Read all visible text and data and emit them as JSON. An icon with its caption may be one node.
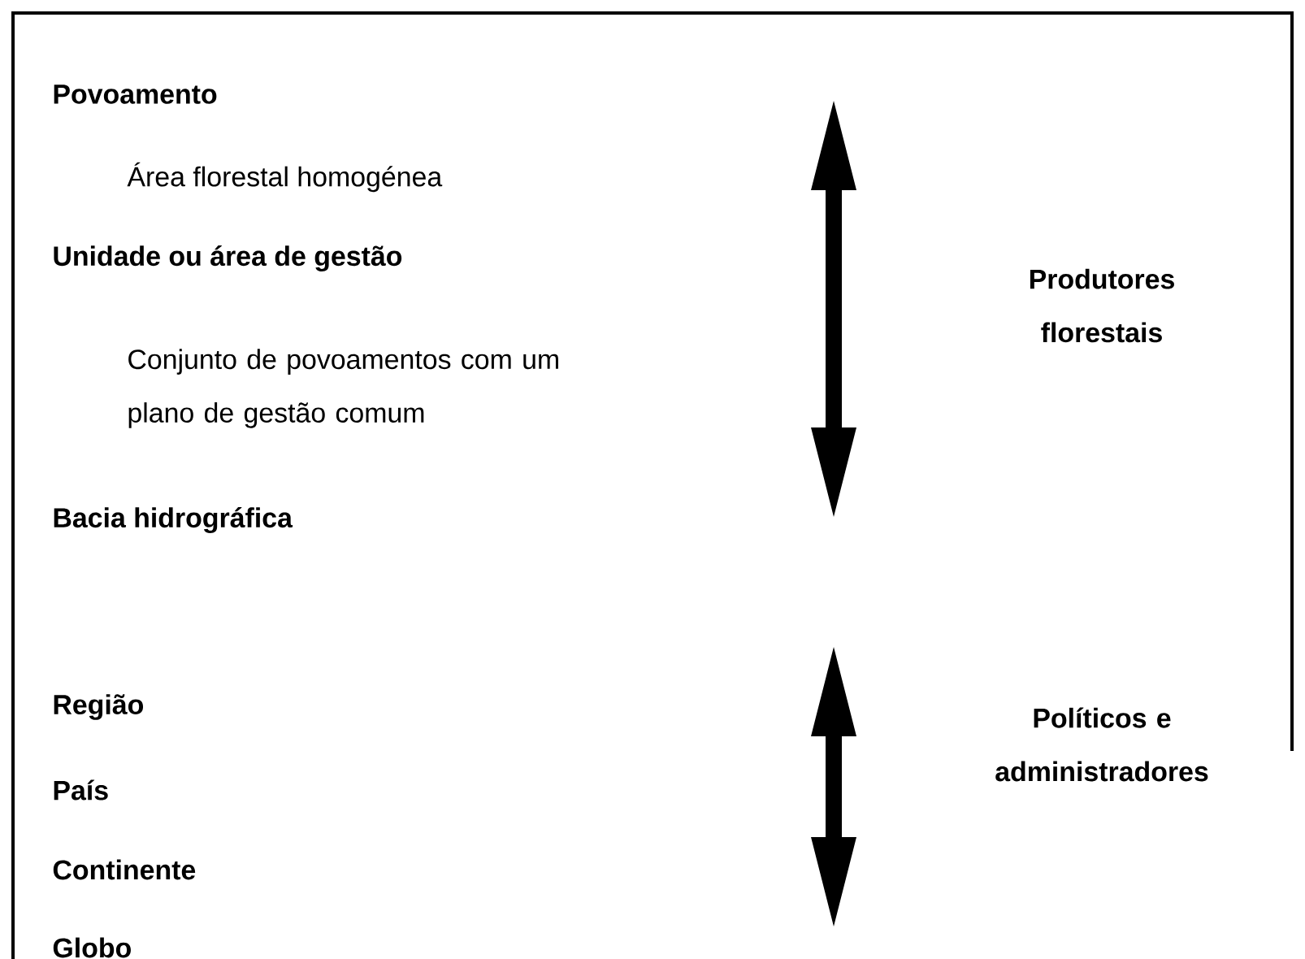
{
  "diagram": {
    "labels": [
      "Povoamento",
      "Área florestal homogénea",
      "Unidade ou área de gestão",
      "Produtores florestais",
      "Conjunto de povoamentos com um plano de gestão comum",
      "Bacia hidrográfica",
      "Região",
      "Políticos e administradores",
      "País",
      "Continente",
      "Globo"
    ]
  }
}
